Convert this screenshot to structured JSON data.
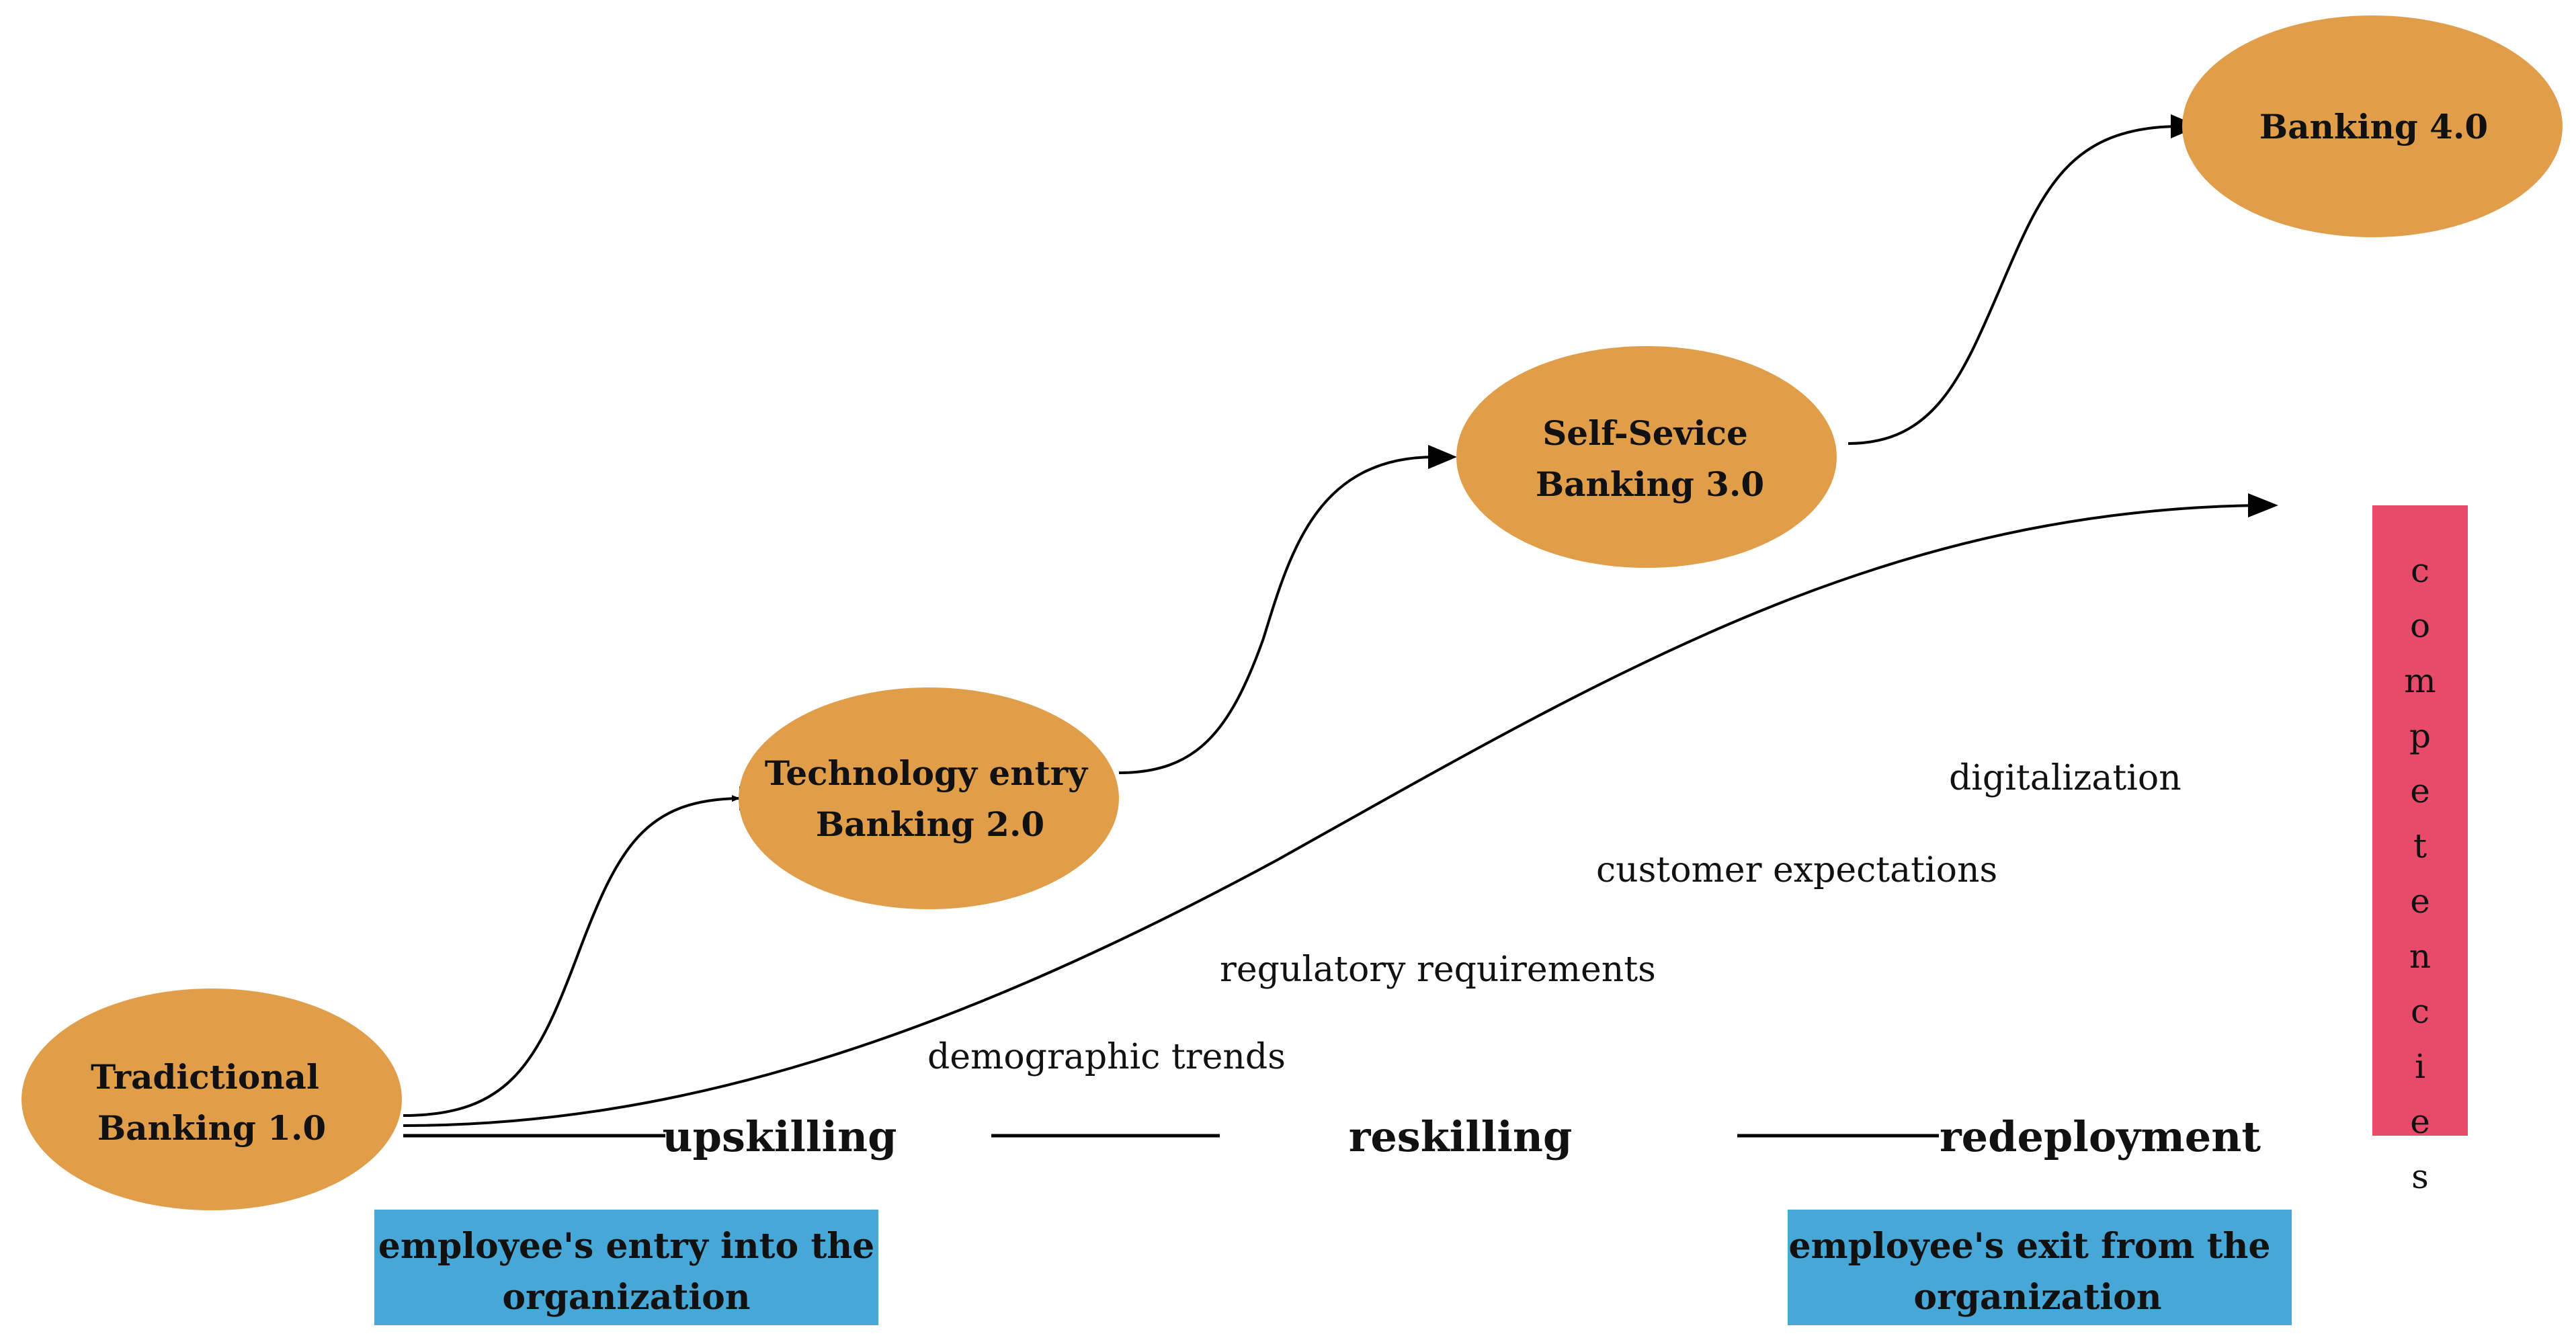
{
  "stages": [
    {
      "id": "traditional",
      "lines": [
        "Tradictional",
        "Banking 1.0"
      ]
    },
    {
      "id": "technology",
      "lines": [
        "Technology entry",
        "Banking 2.0"
      ]
    },
    {
      "id": "selfservice",
      "lines": [
        "Self-Sevice",
        "Banking 3.0"
      ]
    },
    {
      "id": "banking4",
      "lines": [
        "Banking 4.0"
      ]
    }
  ],
  "factors": [
    "demographic trends",
    "regulatory requirements",
    "customer expectations",
    "digitalization"
  ],
  "processes": [
    "upskilling",
    "reskilling",
    "redeployment"
  ],
  "boxes": {
    "entry": [
      "employee's entry into the",
      "organization"
    ],
    "exit": [
      "employee's exit from the",
      "organization"
    ]
  },
  "competencies": "competencies",
  "colors": {
    "ellipse": "#E09E4A",
    "box": "#47A7D6",
    "competencies": "#E84B69",
    "line": "#000000"
  }
}
